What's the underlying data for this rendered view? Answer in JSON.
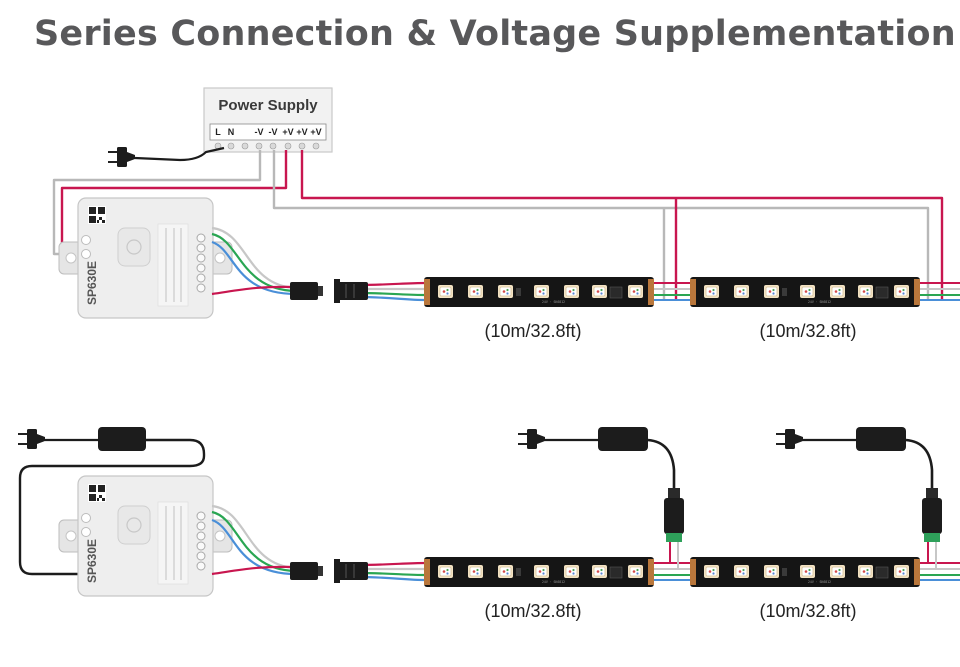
{
  "title": "Series Connection & Voltage Supplementation",
  "power_supply": {
    "label": "Power Supply",
    "terminals": [
      "L",
      "N",
      "-V",
      "-V",
      "+V",
      "+V",
      "+V"
    ]
  },
  "controller": {
    "model": "SP630E"
  },
  "segment_labels": {
    "top_left": "(10m/32.8ft)",
    "top_right": "(10m/32.8ft)",
    "bottom_left": "(10m/32.8ft)",
    "bottom_right": "(10m/32.8ft)"
  },
  "colors": {
    "title": "#58585a",
    "wire_positive": "#c8164f",
    "wire_negative": "#b8b8b8",
    "data_green": "#2aa653",
    "data_blue": "#4a8fd8",
    "strip": "#151515",
    "device_body": "#eeeeee"
  }
}
